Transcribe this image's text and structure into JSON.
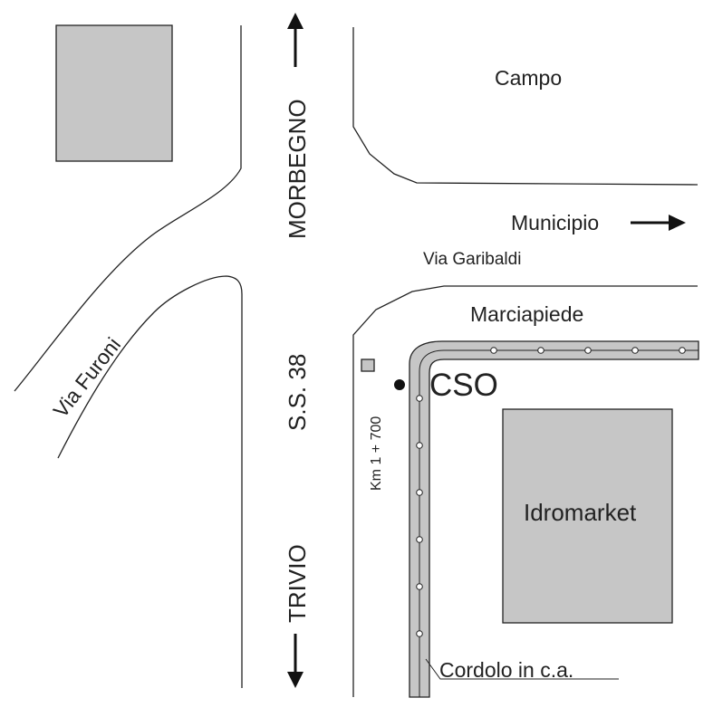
{
  "labels": {
    "campo": "Campo",
    "morbegno": "MORBEGNO",
    "municipio": "Municipio",
    "via_garibaldi": "Via Garibaldi",
    "marciapiede": "Marciapiede",
    "via_furoni": "Via Furoni",
    "ss38": "S.S. 38",
    "cso": "CSO",
    "km": "Km 1 + 700",
    "idromarket": "Idromarket",
    "trivio": "TRIVIO",
    "cordolo": "Cordolo in c.a."
  },
  "colors": {
    "building_fill": "#c6c6c6",
    "line": "#222222",
    "background": "#ffffff"
  },
  "icons": [
    "arrow-up-icon",
    "arrow-right-icon",
    "arrow-down-icon",
    "station-point-icon"
  ]
}
